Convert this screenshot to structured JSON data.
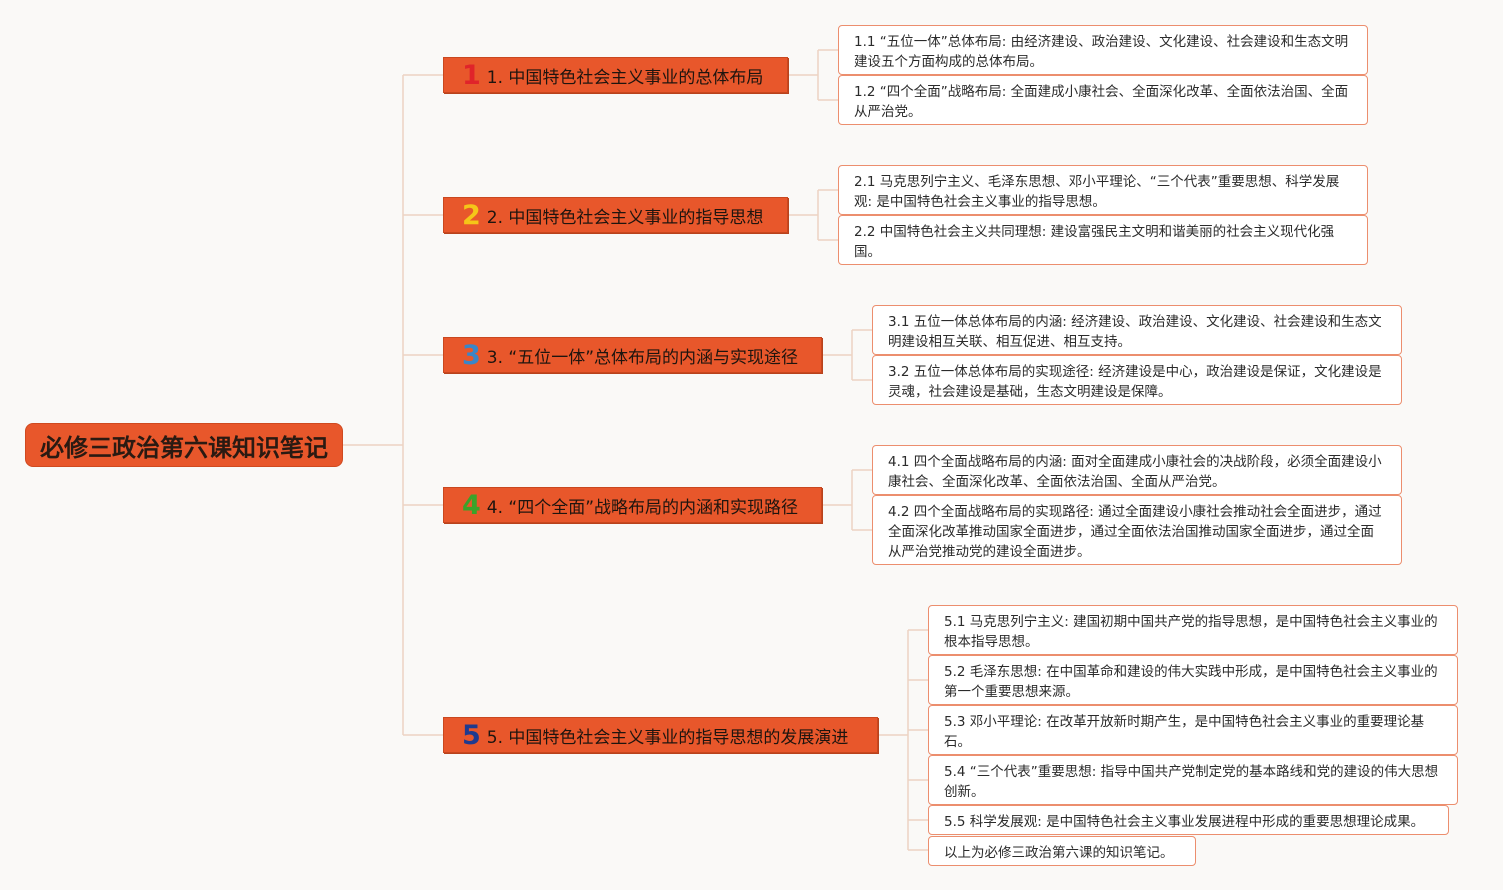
{
  "root": {
    "title": "必修三政治第六课知识笔记"
  },
  "branches": [
    {
      "num": "1",
      "num_color": "#e0242a",
      "label": "1. 中国特色社会主义事业的总体布局",
      "leaves": [
        "1.1 “五位一体”总体布局: 由经济建设、政治建设、文化建设、社会建设和生态文明建设五个方面构成的总体布局。",
        "1.2 “四个全面”战略布局: 全面建成小康社会、全面深化改革、全面依法治国、全面从严治党。"
      ]
    },
    {
      "num": "2",
      "num_color": "#f5c518",
      "label": "2. 中国特色社会主义事业的指导思想",
      "leaves": [
        "2.1 马克思列宁主义、毛泽东思想、邓小平理论、“三个代表”重要思想、科学发展观: 是中国特色社会主义事业的指导思想。",
        "2.2 中国特色社会主义共同理想: 建设富强民主文明和谐美丽的社会主义现代化强国。"
      ]
    },
    {
      "num": "3",
      "num_color": "#3a86c8",
      "label": "3. “五位一体”总体布局的内涵与实现途径",
      "leaves": [
        "3.1 五位一体总体布局的内涵: 经济建设、政治建设、文化建设、社会建设和生态文明建设相互关联、相互促进、相互支持。",
        "3.2 五位一体总体布局的实现途径: 经济建设是中心，政治建设是保证，文化建设是灵魂，社会建设是基础，生态文明建设是保障。"
      ]
    },
    {
      "num": "4",
      "num_color": "#3aa32a",
      "label": "4. “四个全面”战略布局的内涵和实现路径",
      "leaves": [
        "4.1 四个全面战略布局的内涵: 面对全面建成小康社会的决战阶段，必须全面建设小康社会、全面深化改革、全面依法治国、全面从严治党。",
        "4.2 四个全面战略布局的实现路径: 通过全面建设小康社会推动社会全面进步，通过全面深化改革推动国家全面进步，通过全面依法治国推动国家全面进步，通过全面从严治党推动党的建设全面进步。"
      ]
    },
    {
      "num": "5",
      "num_color": "#1f3a8f",
      "label": "5. 中国特色社会主义事业的指导思想的发展演进",
      "leaves": [
        "5.1 马克思列宁主义: 建国初期中国共产党的指导思想，是中国特色社会主义事业的根本指导思想。",
        "5.2 毛泽东思想: 在中国革命和建设的伟大实践中形成，是中国特色社会主义事业的第一个重要思想来源。",
        "5.3 邓小平理论: 在改革开放新时期产生，是中国特色社会主义事业的重要理论基石。",
        "5.4 “三个代表”重要思想: 指导中国共产党制定党的基本路线和党的建设的伟大思想创新。",
        "5.5 科学发展观: 是中国特色社会主义事业发展进程中形成的重要思想理论成果。",
        "以上为必修三政治第六课的知识笔记。"
      ]
    }
  ],
  "colors": {
    "accent": "#e8572b",
    "leaf_border": "#ec8e6e",
    "connector": "#ecd3c3"
  }
}
